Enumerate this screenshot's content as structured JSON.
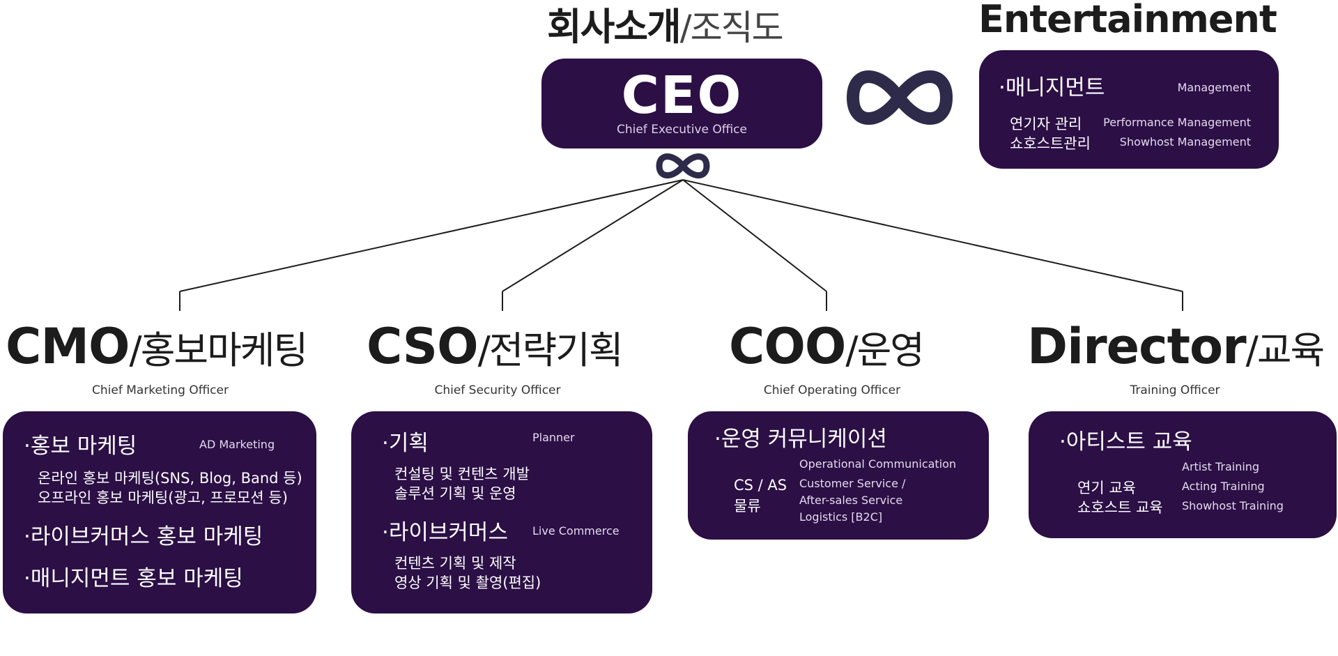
{
  "header": {
    "title_bold": "회사소개",
    "title_light": "/조직도",
    "entertainment_title": "Entertainment"
  },
  "ceo": {
    "title": "CEO",
    "subtitle": "Chief Executive Office"
  },
  "entertainment": {
    "heading": "·매니지먼트",
    "heading_en": "Management",
    "rows": [
      {
        "kr": "연기자 관리",
        "en": "Performance Management"
      },
      {
        "kr": "쇼호스트관리",
        "en": "Showhost Management"
      }
    ]
  },
  "departments": {
    "cmo": {
      "code": "CMO",
      "kr": "/홍보마케팅",
      "subtitle": "Chief Marketing Officer",
      "heading1": "·홍보 마케팅",
      "heading1_en": "AD Marketing",
      "line1": "온라인 홍보 마케팅(SNS, Blog, Band 등)",
      "line2": "오프라인 홍보 마케팅(광고, 프로모션 등)",
      "heading2": "·라이브커머스 홍보 마케팅",
      "heading3": "·매니지먼트 홍보 마케팅"
    },
    "cso": {
      "code": "CSO",
      "kr": "/전략기획",
      "subtitle": "Chief Security Officer",
      "heading1": "·기획",
      "heading1_en": "Planner",
      "line1": "컨설팅 및 컨텐츠 개발",
      "line2": "솔루션 기획 및 운영",
      "heading2": "·라이브커머스",
      "heading2_en": "Live Commerce",
      "line3": "컨텐츠 기획 및 제작",
      "line4": "영상 기획 및 촬영(편집)"
    },
    "coo": {
      "code": "COO",
      "kr": "/운영",
      "subtitle": "Chief Operating Officer",
      "heading1": "·운영 커뮤니케이션",
      "en1": "Operational Communication",
      "kr1": "CS / AS",
      "kr2": "물류",
      "en2": "Customer Service /",
      "en3": "After-sales Service",
      "en4": "Logistics [B2C]"
    },
    "director": {
      "code": "Director",
      "kr": "/교육",
      "subtitle": "Training Officer",
      "heading1": "·아티스트 교육",
      "en1": "Artist Training",
      "kr1": "연기 교육",
      "kr2": "쇼호스트 교육",
      "en2": "Acting Training",
      "en3": "Showhost Training"
    }
  },
  "colors": {
    "box": "#2b0f45",
    "text_dark": "#1c1c1c",
    "infinity": "#2e2a4a"
  },
  "icons": [
    "infinity-icon-large",
    "infinity-icon-small"
  ]
}
